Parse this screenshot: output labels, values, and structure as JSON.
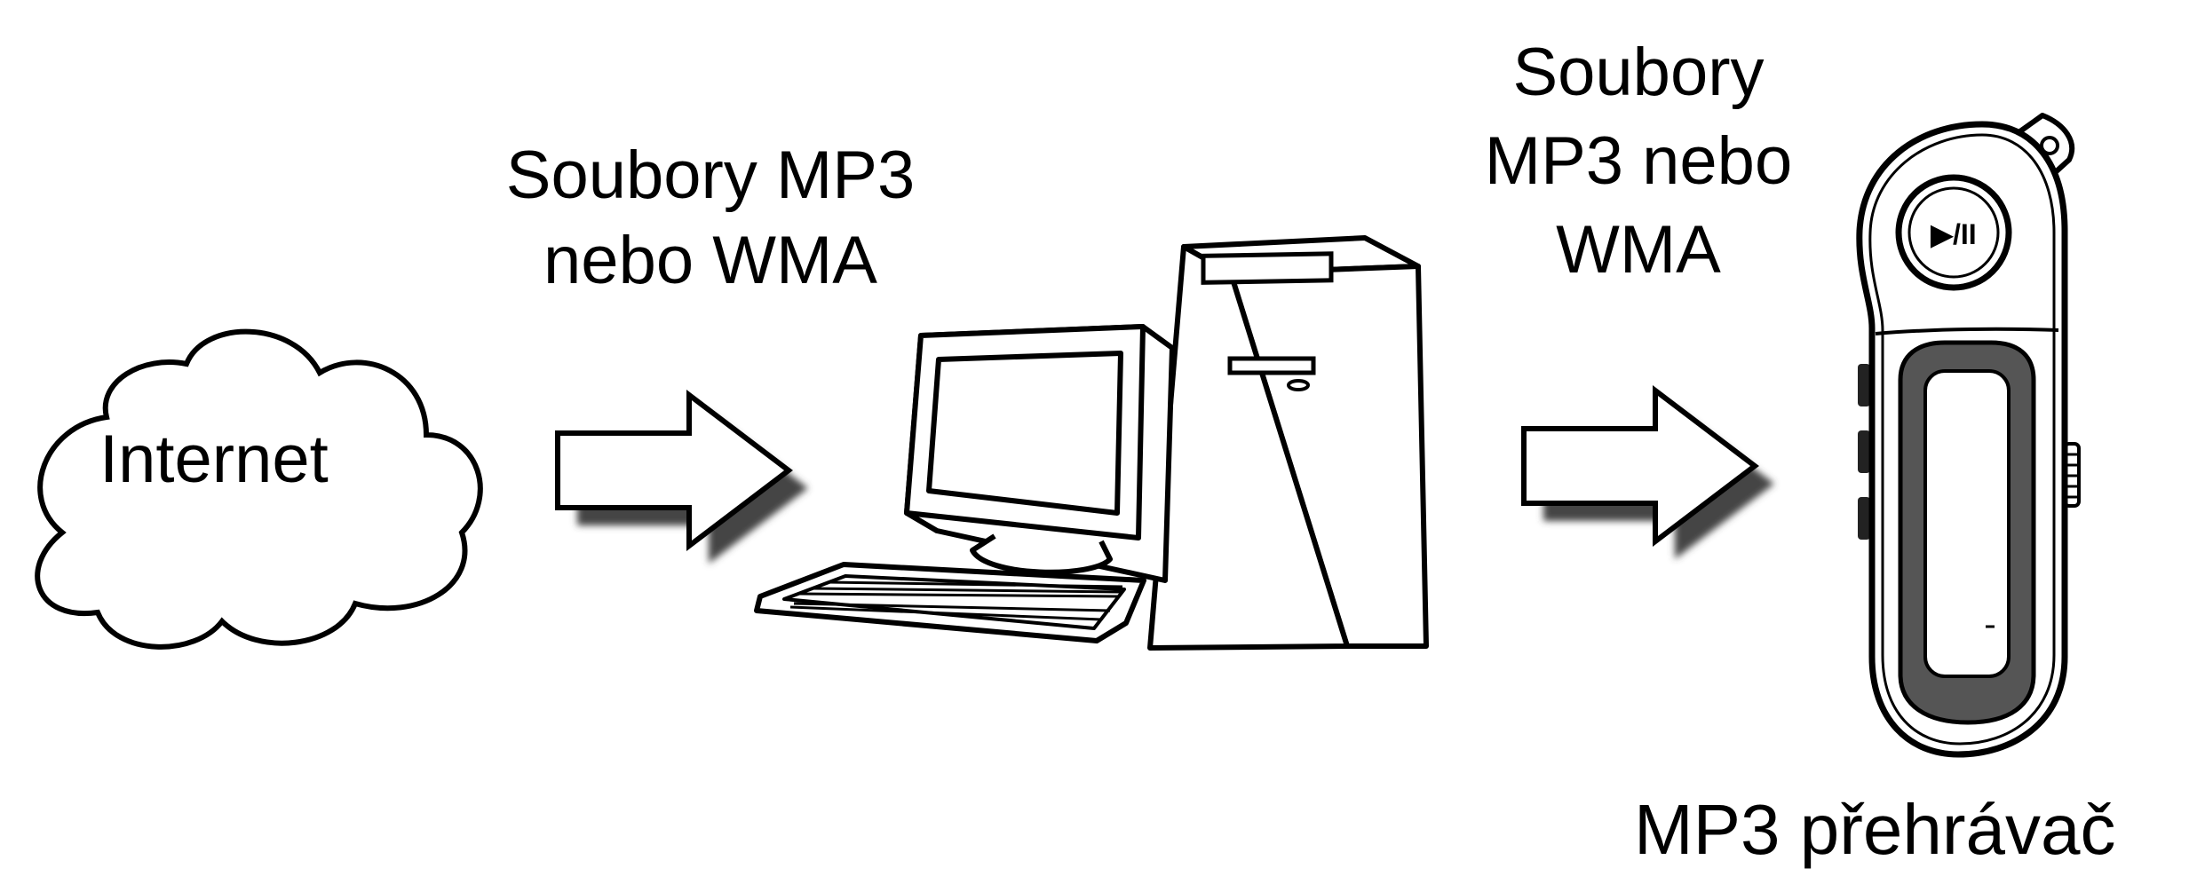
{
  "labels": {
    "internet": "Internet",
    "transfer_left_line1": "Soubory MP3",
    "transfer_left_line2": "nebo WMA",
    "transfer_right_line1": "Soubory",
    "transfer_right_line2": "MP3 nebo",
    "transfer_right_line3": "WMA",
    "player": "MP3 přehrávač"
  },
  "player_button_glyph": "▶/II",
  "icons": [
    "cloud-icon",
    "arrow-right-icon",
    "computer-icon",
    "mp3-player-icon"
  ],
  "colors": {
    "ink": "#000000",
    "background": "#ffffff",
    "shadow": "#555555"
  }
}
